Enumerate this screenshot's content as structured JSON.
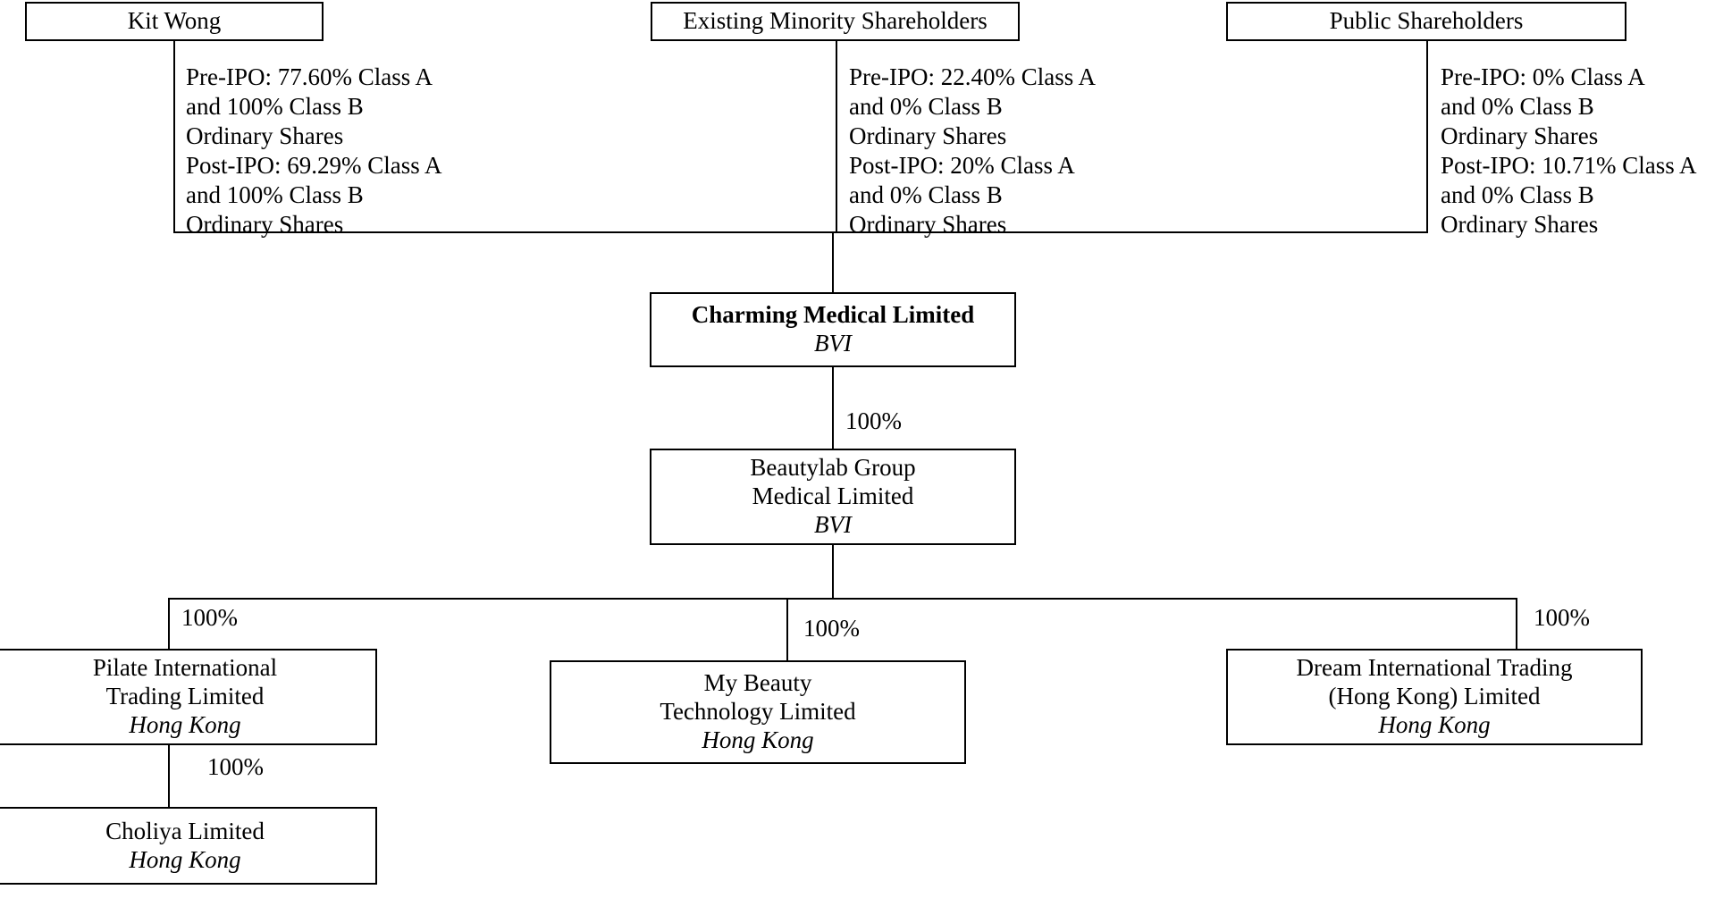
{
  "diagram": {
    "title": "Shareholding and corporate structure chart",
    "line_color": "#000000",
    "background": "#ffffff"
  },
  "shareholders": [
    {
      "name": "Kit Wong",
      "note": "Pre-IPO: 77.60% Class A\nand 100% Class B\nOrdinary Shares\nPost-IPO: 69.29% Class A\nand 100% Class B\nOrdinary Shares",
      "pre_ipo_class_a": "77.60%",
      "pre_ipo_class_b": "100%",
      "post_ipo_class_a": "69.29%",
      "post_ipo_class_b": "100%"
    },
    {
      "name": "Existing Minority Shareholders",
      "note": "Pre-IPO: 22.40% Class A\nand 0% Class B\nOrdinary Shares\nPost-IPO: 20% Class A\nand 0% Class B\nOrdinary Shares",
      "pre_ipo_class_a": "22.40%",
      "pre_ipo_class_b": "0%",
      "post_ipo_class_a": "20%",
      "post_ipo_class_b": "0%"
    },
    {
      "name": "Public Shareholders",
      "note": "Pre-IPO: 0% Class A\nand 0% Class B\nOrdinary Shares\nPost-IPO: 10.71% Class A\nand 0% Class B\nOrdinary Shares",
      "pre_ipo_class_a": "0%",
      "pre_ipo_class_b": "0%",
      "post_ipo_class_a": "10.71%",
      "post_ipo_class_b": "0%"
    }
  ],
  "entities": {
    "charming": {
      "name": "Charming Medical Limited",
      "jurisdiction": "BVI"
    },
    "beautylab": {
      "name_line1": "Beautylab Group",
      "name_line2": "Medical Limited",
      "jurisdiction": "BVI"
    },
    "pilate": {
      "name_line1": "Pilate International",
      "name_line2": "Trading Limited",
      "jurisdiction": "Hong Kong"
    },
    "choliya": {
      "name_line1": "Choliya Limited",
      "jurisdiction": "Hong Kong"
    },
    "mybeauty": {
      "name_line1": "My Beauty",
      "name_line2": "Technology Limited",
      "jurisdiction": "Hong Kong"
    },
    "dream": {
      "name_line1": "Dream International Trading",
      "name_line2": "(Hong Kong) Limited",
      "jurisdiction": "Hong Kong"
    }
  },
  "ownership_labels": {
    "charming_to_beautylab": "100%",
    "beautylab_to_pilate": "100%",
    "beautylab_to_mybeauty": "100%",
    "beautylab_to_dream": "100%",
    "pilate_to_choliya": "100%"
  }
}
